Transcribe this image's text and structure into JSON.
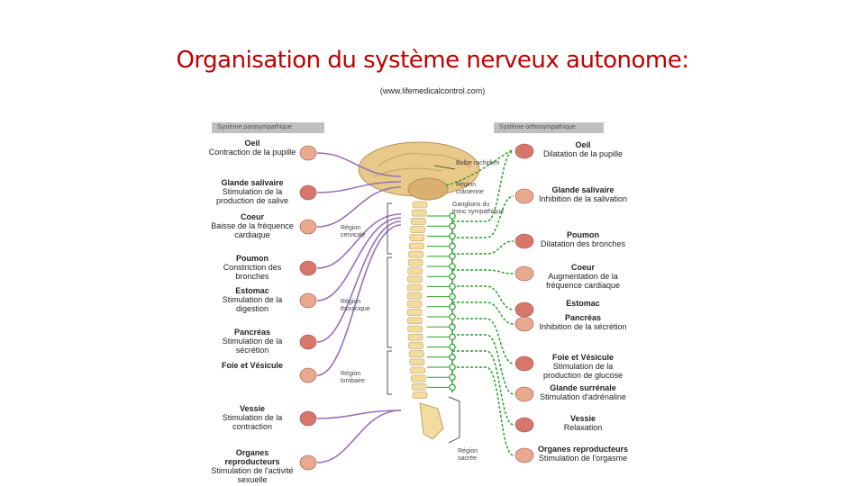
{
  "title": "Organisation du système nerveux autonome:",
  "subtitle": "(www.lifemedicalcontrol.com)",
  "figure": {
    "header_left": "Système parasympathique",
    "header_right": "Système orthosympathique",
    "left": [
      {
        "organ": "Oeil",
        "effect": "Contraction de la pupille"
      },
      {
        "organ": "Glande salivaire",
        "effect": "Stimulation de la production de salive"
      },
      {
        "organ": "Coeur",
        "effect": "Baisse de la fréquence cardiaque"
      },
      {
        "organ": "Poumon",
        "effect": "Constriction des bronches"
      },
      {
        "organ": "Estomac",
        "effect": "Stimulation de la digestion"
      },
      {
        "organ": "Pancréas",
        "effect": "Stimulation de la sécrétion"
      },
      {
        "organ": "Foie et Vésicule",
        "effect": ""
      },
      {
        "organ": "Vessie",
        "effect": "Stimulation de la contraction"
      },
      {
        "organ": "Organes reproducteurs",
        "effect": "Stimulation de l'activité sexuelle"
      }
    ],
    "right": [
      {
        "organ": "Oeil",
        "effect": "Dilatation de la pupille"
      },
      {
        "organ": "Glande salivaire",
        "effect": "Inhibition de la salivation"
      },
      {
        "organ": "Poumon",
        "effect": "Dilatation des bronches"
      },
      {
        "organ": "Coeur",
        "effect": "Augmentation de la fréquence cardiaque"
      },
      {
        "organ": "Estomac",
        "effect": ""
      },
      {
        "organ": "Pancréas",
        "effect": "Inhibition de la sécrétion"
      },
      {
        "organ": "Foie et Vésicule",
        "effect": "Stimulation de la production de glucose"
      },
      {
        "organ": "Glande surrénale",
        "effect": "Stimulation d'adrénaline"
      },
      {
        "organ": "Vessie",
        "effect": "Relaxation"
      },
      {
        "organ": "Organes reproducteurs",
        "effect": "Stimulation de l'orgasme"
      }
    ],
    "regions": {
      "bulbe": "Bulbe rachidien",
      "cranienne": "Région crânienne",
      "ganglions": "Ganglions du tronc sympathique",
      "cervicale": "Région cervicale",
      "thoracique": "Région thoracique",
      "lombaire": "Région lombaire",
      "sacree": "Région sacrée"
    },
    "colors": {
      "para": "#9a6fb8",
      "ortho": "#2aa12a",
      "bone": "#f2dca0",
      "brain": "#e8c98a",
      "organ": "#d7776b",
      "header": "#c0c0c0"
    }
  }
}
